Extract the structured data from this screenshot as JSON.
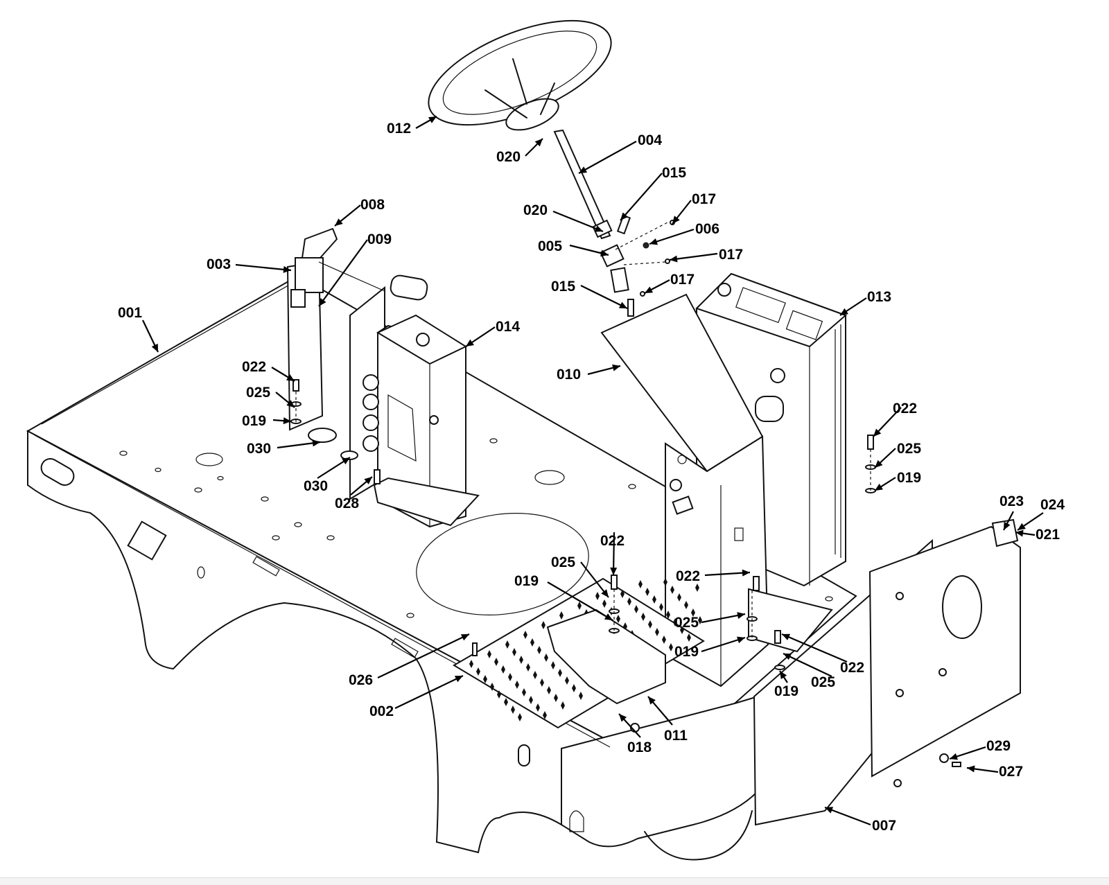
{
  "diagram": {
    "callouts": [
      {
        "id": "c001",
        "label": "001"
      },
      {
        "id": "c002",
        "label": "002"
      },
      {
        "id": "c003",
        "label": "003"
      },
      {
        "id": "c004",
        "label": "004"
      },
      {
        "id": "c005",
        "label": "005"
      },
      {
        "id": "c006",
        "label": "006"
      },
      {
        "id": "c007",
        "label": "007"
      },
      {
        "id": "c008",
        "label": "008"
      },
      {
        "id": "c009",
        "label": "009"
      },
      {
        "id": "c010",
        "label": "010"
      },
      {
        "id": "c011",
        "label": "011"
      },
      {
        "id": "c012",
        "label": "012"
      },
      {
        "id": "c013",
        "label": "013"
      },
      {
        "id": "c014",
        "label": "014"
      },
      {
        "id": "c015a",
        "label": "015"
      },
      {
        "id": "c015b",
        "label": "015"
      },
      {
        "id": "c017a",
        "label": "017"
      },
      {
        "id": "c017b",
        "label": "017"
      },
      {
        "id": "c017c",
        "label": "017"
      },
      {
        "id": "c018",
        "label": "018"
      },
      {
        "id": "c019a",
        "label": "019"
      },
      {
        "id": "c019b",
        "label": "019"
      },
      {
        "id": "c019c",
        "label": "019"
      },
      {
        "id": "c019d",
        "label": "019"
      },
      {
        "id": "c019e",
        "label": "019"
      },
      {
        "id": "c020a",
        "label": "020"
      },
      {
        "id": "c020b",
        "label": "020"
      },
      {
        "id": "c021",
        "label": "021"
      },
      {
        "id": "c022a",
        "label": "022"
      },
      {
        "id": "c022b",
        "label": "022"
      },
      {
        "id": "c022c",
        "label": "022"
      },
      {
        "id": "c022d",
        "label": "022"
      },
      {
        "id": "c022e",
        "label": "022"
      },
      {
        "id": "c023",
        "label": "023"
      },
      {
        "id": "c024",
        "label": "024"
      },
      {
        "id": "c025a",
        "label": "025"
      },
      {
        "id": "c025b",
        "label": "025"
      },
      {
        "id": "c025c",
        "label": "025"
      },
      {
        "id": "c025d",
        "label": "025"
      },
      {
        "id": "c025e",
        "label": "025"
      },
      {
        "id": "c026",
        "label": "026"
      },
      {
        "id": "c027",
        "label": "027"
      },
      {
        "id": "c028",
        "label": "028"
      },
      {
        "id": "c029",
        "label": "029"
      },
      {
        "id": "c030a",
        "label": "030"
      },
      {
        "id": "c030b",
        "label": "030"
      }
    ]
  }
}
